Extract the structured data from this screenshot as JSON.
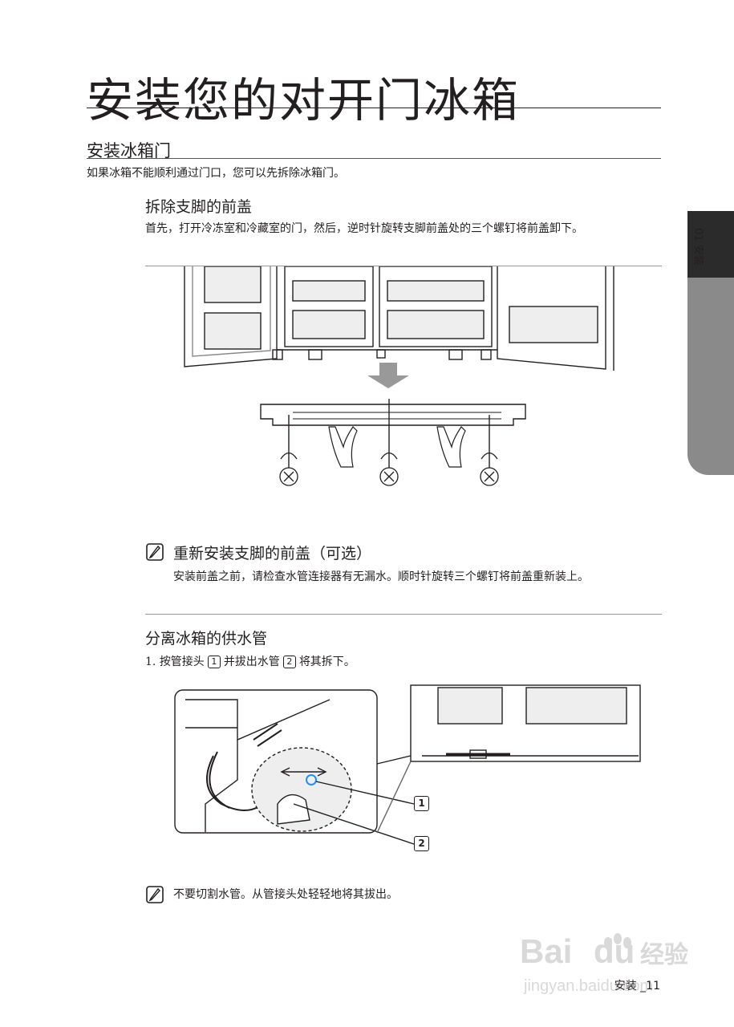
{
  "page": {
    "title": "安装您的对开门冰箱",
    "section_heading": "安装冰箱门",
    "section_intro": "如果冰箱不能顺利通过门口，您可以先拆除冰箱门。"
  },
  "remove_cover": {
    "heading": "拆除支脚的前盖",
    "text": "首先，打开冷冻室和冷藏室的门，然后，逆时针旋转支脚前盖处的三个螺钉将前盖卸下。"
  },
  "reinstall_note": {
    "heading": "重新安装支脚的前盖（可选）",
    "text": "安装前盖之前，请检查水管连接器有无漏水。顺时针旋转三个螺钉将前盖重新装上。"
  },
  "water_supply": {
    "heading": "分离冰箱的供水管",
    "step_number": "1.",
    "step_parts": [
      "按管接头",
      "1",
      "并拔出水管",
      "2",
      "将其拆下。"
    ],
    "callouts": [
      "1",
      "2"
    ]
  },
  "warning_note": {
    "text": "不要切割水管。从管接头处轻轻地将其拔出。"
  },
  "side_tab": {
    "label": "01 安装"
  },
  "footer": {
    "section": "安装",
    "page_number": "_11"
  },
  "watermark": {
    "brand": "Bai",
    "brand2": "du",
    "cn": "经验",
    "url": "jingyan.baidu.com"
  }
}
